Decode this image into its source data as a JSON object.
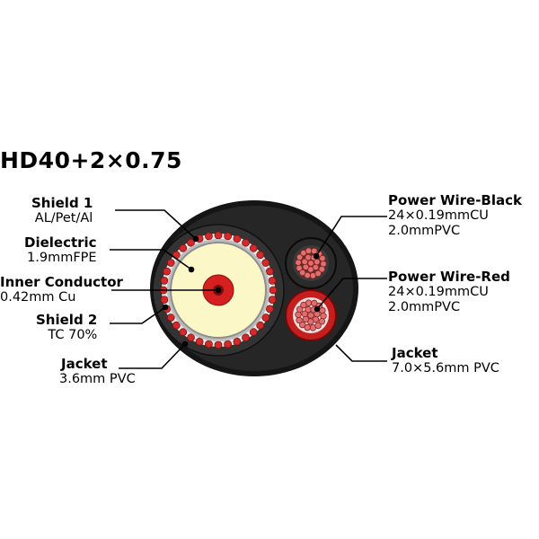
{
  "title": "HD40+2×0.75",
  "labels": {
    "shield1": {
      "name": "Shield 1",
      "spec": "AL/Pet/Al"
    },
    "dielectric": {
      "name": "Dielectric",
      "spec": "1.9mmFPE"
    },
    "inner_conductor": {
      "name": "Inner Conductor",
      "spec": "0.42mm Cu"
    },
    "shield2": {
      "name": "Shield 2",
      "spec": "TC 70%"
    },
    "jacket_inner": {
      "name": "Jacket",
      "spec": "3.6mm PVC"
    },
    "power_black": {
      "name": "Power Wire-Black",
      "spec1": "24×0.19mmCU",
      "spec2": "2.0mmPVC"
    },
    "power_red": {
      "name": "Power Wire-Red",
      "spec1": "24×0.19mmCU",
      "spec2": "2.0mmPVC"
    },
    "jacket_outer": {
      "name": "Jacket",
      "spec": "7.0×5.6mm PVC"
    }
  },
  "colors": {
    "outer_jacket": "#1a1a1a",
    "inner_jacket": "#3a3a3a",
    "dielectric": "#fbf7c6",
    "conductor": "#d62020",
    "shield_foil": "#c8c8c8",
    "braid_strand": "#d22a2a",
    "power_black_insulation": "#2a2a2a",
    "power_red_insulation": "#cc1f1f",
    "strand": "#e07070"
  }
}
